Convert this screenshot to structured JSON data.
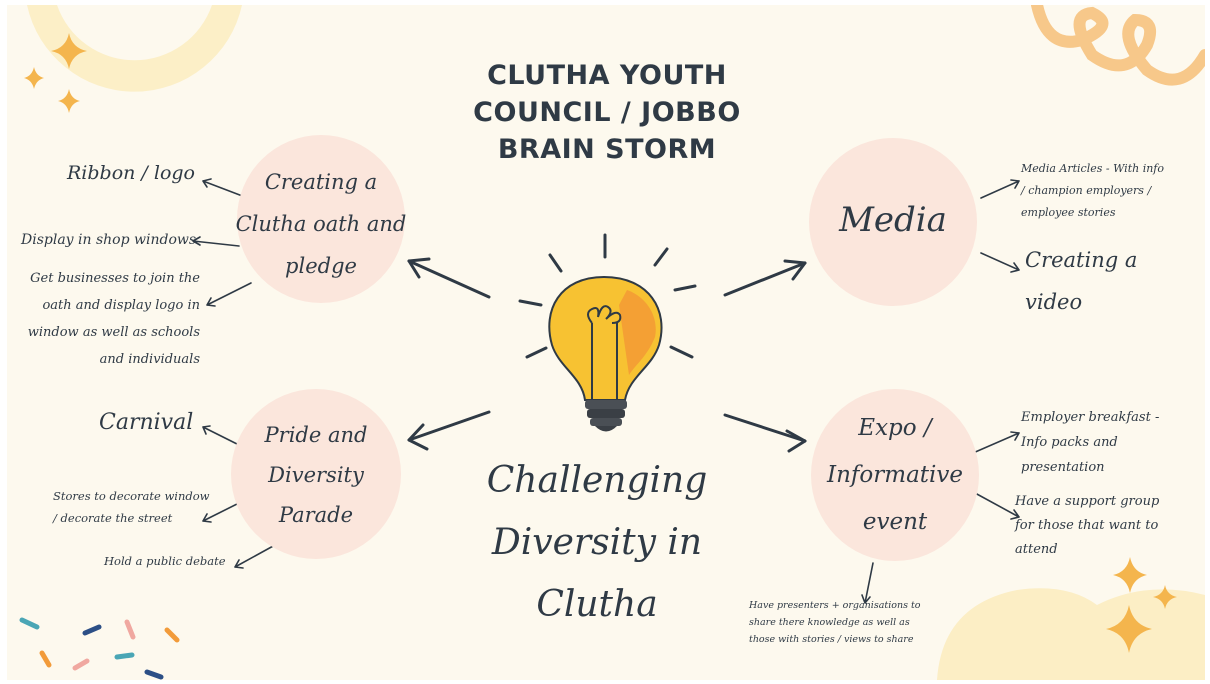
{
  "title": [
    "CLUTHA YOUTH",
    "COUNCIL / JOBBO",
    "BRAIN STORM"
  ],
  "center": [
    "Challenging",
    "Diversity in Clutha"
  ],
  "nodes": {
    "oath": [
      "Creating a",
      "Clutha oath and",
      "pledge"
    ],
    "media": [
      "Media"
    ],
    "pride": [
      "Pride and",
      "Diversity",
      "Parade"
    ],
    "expo": [
      "Expo /",
      "Informative",
      "event"
    ]
  },
  "notes": {
    "ribbon": [
      "Ribbon / logo"
    ],
    "display": [
      "Display in shop windows"
    ],
    "businesses": [
      "Get businesses to join the",
      "oath and display logo in",
      "window as well as schools",
      "and individuals"
    ],
    "articles": [
      "Media Articles - With info",
      "/ champion employers /",
      "employee stories"
    ],
    "video": [
      "Creating a",
      "video"
    ],
    "carnival": [
      "Carnival"
    ],
    "stores": [
      "Stores to decorate window",
      "/ decorate the street"
    ],
    "debate": [
      "Hold a public debate"
    ],
    "breakfast": [
      "Employer breakfast -",
      "Info packs and",
      "presentation"
    ],
    "support": [
      "Have a support group",
      "for those that want to",
      "attend"
    ],
    "presenters": [
      "Have presenters + organisations to",
      "share there knowledge as well as",
      "those with stories / views to share"
    ]
  },
  "colors": {
    "ink": "#2f3a45",
    "circle": "#fbe6dc",
    "background": "#fdf9ee",
    "bulb": "#f7c232",
    "accent_orange": "#f4a347"
  },
  "icons": [
    "lightbulb-icon",
    "sparkle-icon",
    "confetti-icon",
    "swirl-icon"
  ]
}
